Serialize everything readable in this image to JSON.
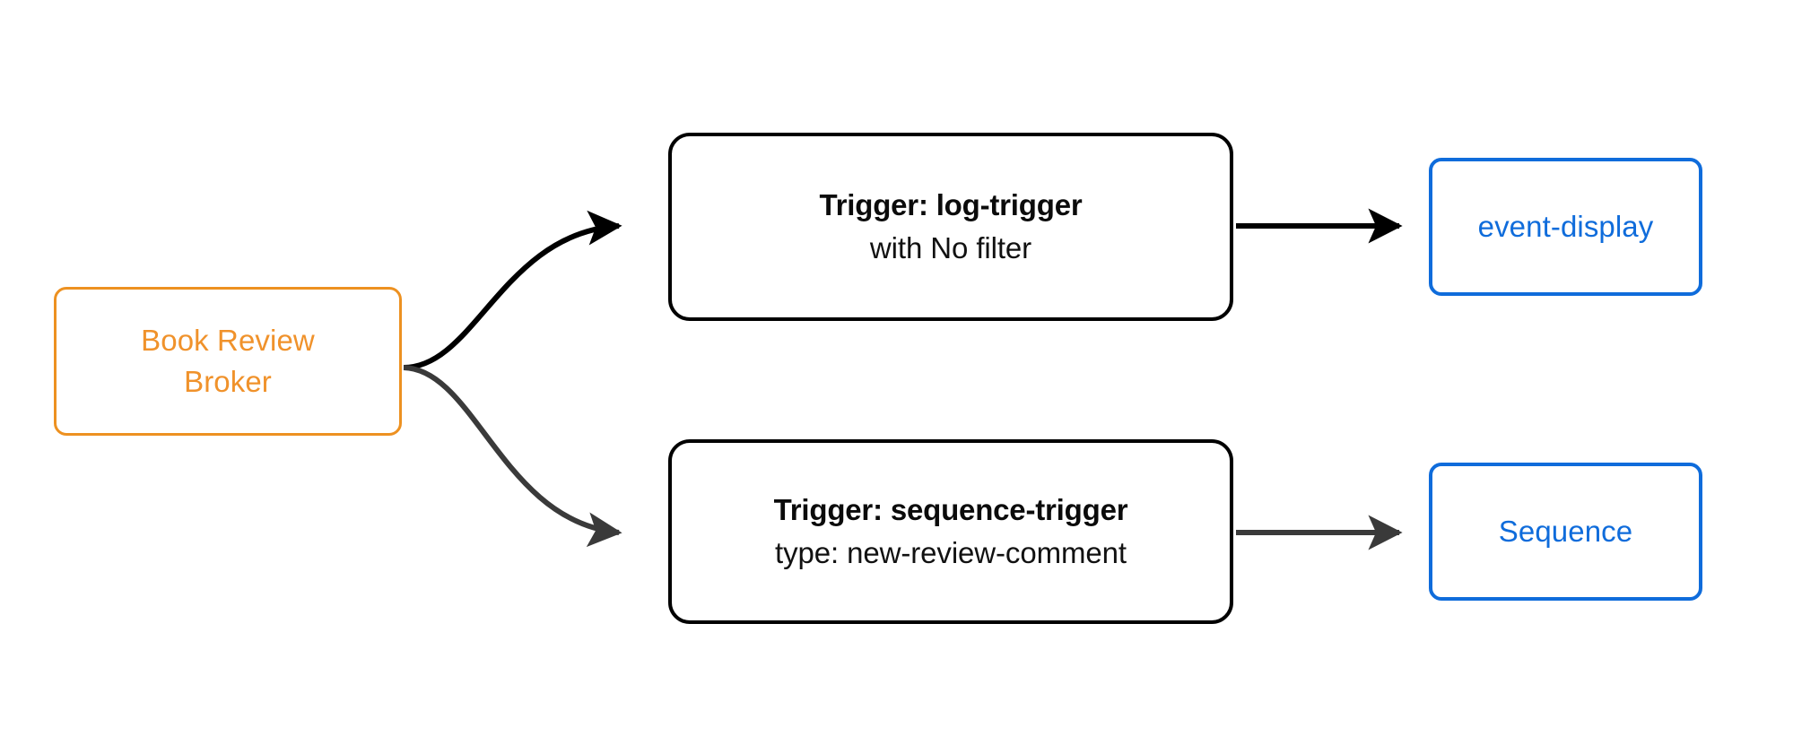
{
  "diagram": {
    "type": "flow-diagram",
    "background_color": "#ffffff",
    "colors": {
      "broker": "#ED9121",
      "broker_text": "#F0922B",
      "trigger_border": "#000000",
      "trigger_text": "#0b0b0b",
      "sink_border": "#0F6CDB",
      "sink_text": "#0F6CDB",
      "edge_black": "#000000",
      "edge_gray": "#3a3a3a"
    },
    "nodes": {
      "broker": {
        "label_line1": "Book Review",
        "label_line2": "Broker"
      },
      "trigger_log": {
        "title": "Trigger: log-trigger",
        "subtitle": "with No filter"
      },
      "trigger_sequence": {
        "title": "Trigger: sequence-trigger",
        "subtitle": "type: new-review-comment"
      },
      "sink_event_display": {
        "label": "event-display"
      },
      "sink_sequence": {
        "label": "Sequence"
      }
    },
    "edges": [
      {
        "id": "broker-to-log-trigger",
        "from": "broker",
        "to": "trigger_log",
        "label": "",
        "style": "curved",
        "color": "#000000",
        "arrowhead": "filled-triangle"
      },
      {
        "id": "broker-to-sequence-trigger",
        "from": "broker",
        "to": "trigger_sequence",
        "label": "",
        "style": "curved",
        "color": "#3a3a3a",
        "arrowhead": "filled-triangle"
      },
      {
        "id": "log-trigger-to-event-display",
        "from": "trigger_log",
        "to": "sink_event_display",
        "label": "",
        "style": "straight",
        "color": "#000000",
        "arrowhead": "filled-triangle"
      },
      {
        "id": "sequence-trigger-to-sequence",
        "from": "trigger_sequence",
        "to": "sink_sequence",
        "label": "",
        "style": "straight",
        "color": "#3a3a3a",
        "arrowhead": "filled-triangle"
      }
    ]
  }
}
